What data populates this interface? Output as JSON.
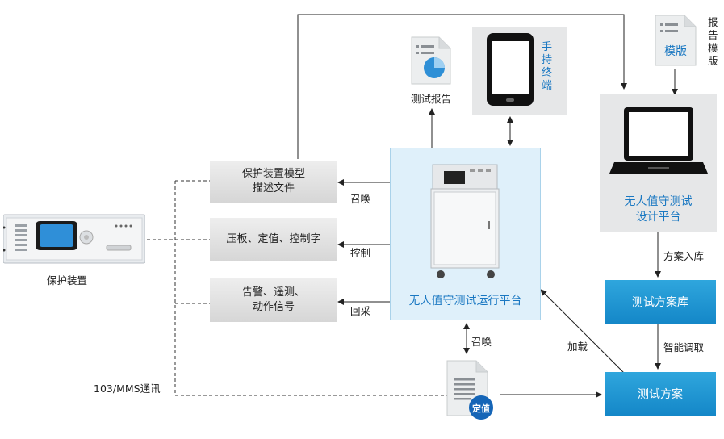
{
  "device": {
    "label": "保护装置"
  },
  "comm_label": "103/MMS通讯",
  "boxes": {
    "model_file": "保护装置模型\n描述文件",
    "pressure_plate": "压板、定值、控制字",
    "signals": "告警、遥测、\n动作信号"
  },
  "edge_labels": {
    "summon1": "召唤",
    "control": "控制",
    "read_back": "回采",
    "summon2": "召唤",
    "load": "加载",
    "scheme_in": "方案入库",
    "smart_fetch": "智能调取"
  },
  "platform": {
    "label": "无人值守测试运行平台"
  },
  "report": {
    "label": "测试报告"
  },
  "handheld": {
    "label": "手持终端"
  },
  "template": {
    "icon_label": "模版",
    "side_label": "报告模版"
  },
  "design_platform": {
    "label": "无人值守测试\n设计平台"
  },
  "scheme_lib": {
    "label": "测试方案库"
  },
  "scheme": {
    "label": "测试方案"
  },
  "setting_doc": {
    "badge": "定值"
  },
  "colors": {
    "blue": "#1a86c8",
    "light_blue_bg": "#dff0fa",
    "gray": "#e2e2e2"
  }
}
